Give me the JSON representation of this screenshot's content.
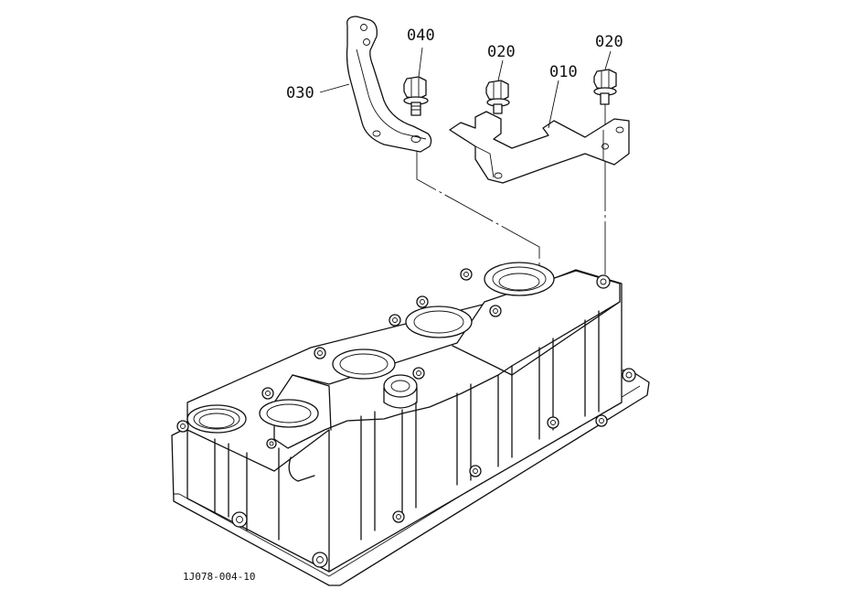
{
  "callouts": {
    "p010": "010",
    "p020a": "020",
    "p020b": "020",
    "p030": "030",
    "p040": "040"
  },
  "figure_code": "1J078-004-10"
}
